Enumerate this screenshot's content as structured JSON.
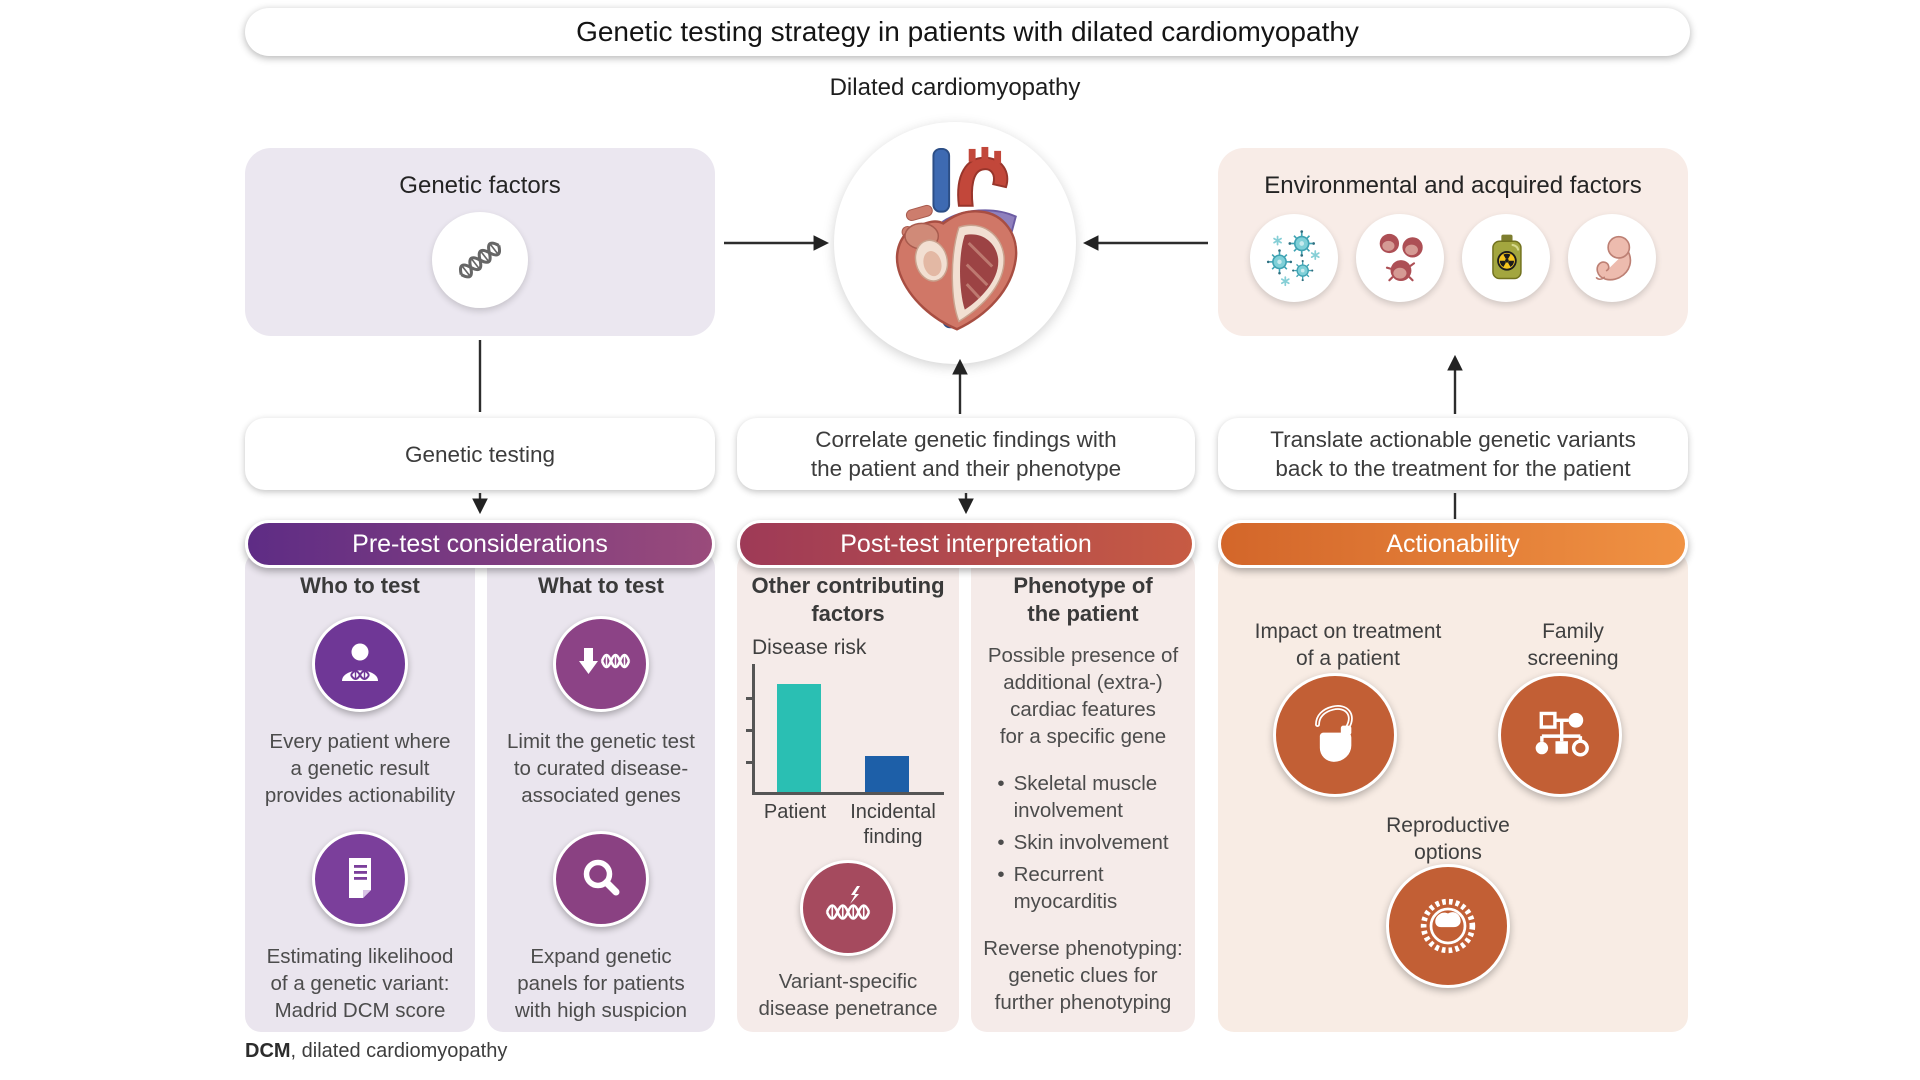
{
  "title": "Genetic testing strategy in patients with dilated cardiomyopathy",
  "subtitle": "Dilated cardiomyopathy",
  "genetic_factors": {
    "title": "Genetic factors"
  },
  "environmental_factors": {
    "title": "Environmental and acquired factors",
    "icons": [
      "viruses",
      "blood-cells",
      "toxic-substance",
      "pregnancy"
    ]
  },
  "flow_boxes": {
    "genetic_testing": "Genetic testing",
    "correlate": "Correlate genetic findings with\nthe patient and their phenotype",
    "translate": "Translate actionable genetic variants\nback to the treatment for the patient"
  },
  "columns": {
    "pretest": {
      "header": "Pre-test considerations",
      "who": {
        "title": "Who to test",
        "item1": "Every patient where\na genetic result\nprovides actionability",
        "item2": "Estimating likelihood\nof a genetic variant:\nMadrid DCM score"
      },
      "what": {
        "title": "What to test",
        "item1": "Limit the genetic test\nto curated disease-\nassociated genes",
        "item2": "Expand genetic\npanels for patients\nwith high suspicion"
      }
    },
    "posttest": {
      "header": "Post-test interpretation",
      "other": {
        "title": "Other contributing\nfactors",
        "caption": "Variant-specific\ndisease penetrance"
      },
      "phenotype": {
        "title": "Phenotype of\nthe patient",
        "intro": "Possible presence of\nadditional (extra-)\ncardiac features\nfor a specific gene",
        "bullets": [
          "Skeletal muscle\ninvolvement",
          "Skin involvement",
          "Recurrent\nmyocarditis"
        ],
        "outro": "Reverse phenotyping:\ngenetic clues for\nfurther phenotyping"
      }
    },
    "actionability": {
      "header": "Actionability",
      "impact_label": "Impact on treatment\nof a patient",
      "family_label": "Family\nscreening",
      "reproductive_label": "Reproductive\noptions"
    }
  },
  "chart_data": {
    "type": "bar",
    "title": "Disease risk",
    "categories": [
      "Patient",
      "Incidental finding"
    ],
    "values": [
      0.9,
      0.3
    ],
    "colors": [
      "#2abfb3",
      "#1d5fa8"
    ],
    "xlabel": "",
    "ylabel": "Disease risk",
    "ylim": [
      0,
      1
    ],
    "yticks": 3,
    "grid": false,
    "legend": false
  },
  "footnote": {
    "abbr": "DCM",
    "text": ", dilated cardiomyopathy"
  },
  "colors": {
    "pretest_gradient": [
      "#5e2c85",
      "#9a4b7b"
    ],
    "posttest_gradient": [
      "#9e3a57",
      "#c75b43"
    ],
    "actionability_gradient": [
      "#d3662a",
      "#f09243"
    ],
    "purple_icon": "#6f3796",
    "magenta_icon": "#8c4386",
    "maroon_icon": "#a54a5e",
    "orange_icon": "#c25f35",
    "teal_bar": "#2abfb3",
    "blue_bar": "#1d5fa8"
  }
}
